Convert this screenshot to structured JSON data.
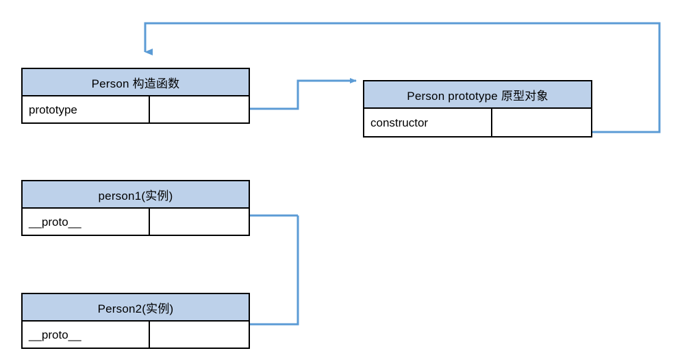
{
  "diagram": {
    "title_hidden": "",
    "accent_line_color": "#5b9bd5",
    "header_fill_color": "#bdd1ea",
    "border_color": "#000000",
    "boxes": [
      {
        "id": "person-constructor",
        "header": "Person 构造函数",
        "property": "prototype",
        "value": ""
      },
      {
        "id": "person-prototype",
        "header": "Person prototype 原型对象",
        "property": "constructor",
        "value": ""
      },
      {
        "id": "person1-instance",
        "header": "person1(实例)",
        "property": "__proto__",
        "value": ""
      },
      {
        "id": "person2-instance",
        "header": "Person2(实例)",
        "property": "__proto__",
        "value": ""
      }
    ],
    "connectors": [
      {
        "id": "prototype-to-prototype-object",
        "from": "person-constructor.prototype",
        "to": "person-prototype",
        "arrow": "right"
      },
      {
        "id": "person1-proto-to-prototype-object",
        "from": "person1-instance.__proto__",
        "to": "person-prototype",
        "arrow": "right"
      },
      {
        "id": "person2-proto-to-prototype-object",
        "from": "person2-instance.__proto__",
        "to": "person-prototype",
        "arrow": "right"
      },
      {
        "id": "constructor-to-person-constructor",
        "from": "person-prototype.constructor",
        "to": "person-constructor",
        "arrow": "down"
      }
    ]
  }
}
